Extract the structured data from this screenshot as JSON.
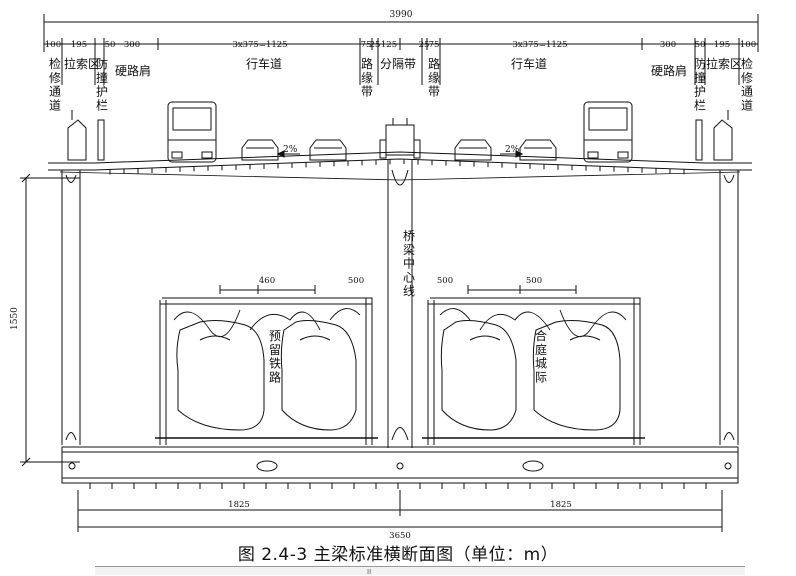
{
  "dimensions": {
    "total_width": "3990",
    "top_segments_left": [
      "100",
      "195",
      "50",
      "300",
      "3x375=1125",
      "75",
      "25",
      "125"
    ],
    "top_segments_right": [
      "25",
      "75",
      "3x375=1125",
      "300",
      "50",
      "195",
      "100"
    ],
    "height": "1550",
    "track_spacing_left": [
      "460",
      "500"
    ],
    "track_spacing_right": [
      "500",
      "500"
    ],
    "bottom_halves": [
      "1825",
      "1825"
    ],
    "bottom_total": "3650",
    "slope_left": "2%",
    "slope_right": "2%"
  },
  "labels": {
    "inspection_walkway": "检修通道",
    "cable_zone": "拉索区",
    "crash_barrier": "防撞护栏",
    "hard_shoulder": "硬路肩",
    "carriageway": "行车道",
    "curb_strip": "路缘带",
    "median": "分隔带",
    "bridge_centerline": "桥梁中心线",
    "left_railway": "预留铁路",
    "right_railway": "合庭城际"
  },
  "caption": "图 2.4-3 主梁标准横断面图（单位：m）",
  "strip_mark": "II"
}
